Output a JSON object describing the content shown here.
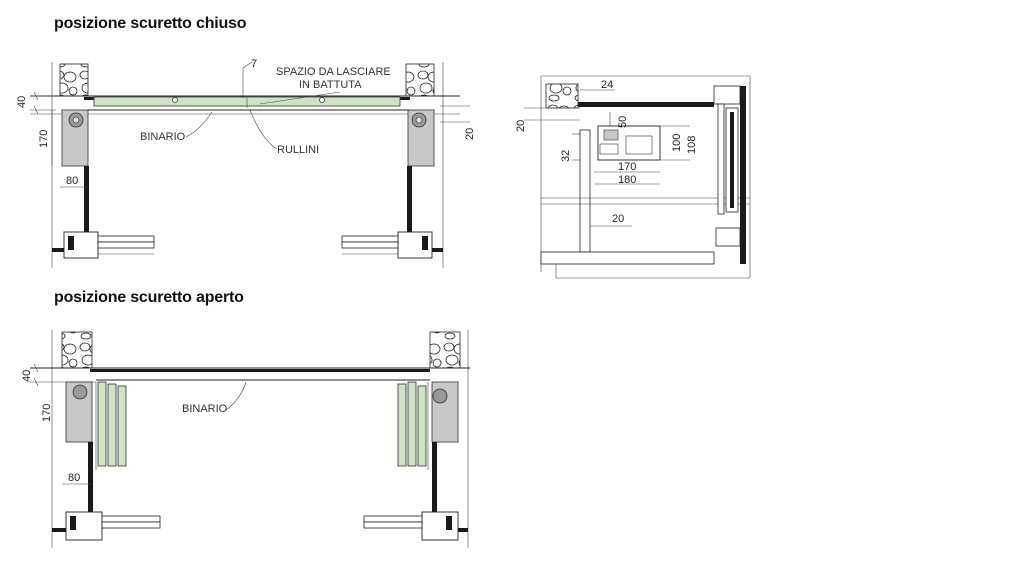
{
  "headings": {
    "closed": "posizione scuretto chiuso",
    "open": "posizione scuretto aperto"
  },
  "labels": {
    "gap_line1": "SPAZIO DA LASCIARE",
    "gap_line2": "IN BATTUTA",
    "rail": "BINARIO",
    "rollers": "RULLINI"
  },
  "dims_closed": {
    "d7": "7",
    "d40": "40",
    "d170": "170",
    "d80": "80",
    "d20": "20"
  },
  "dims_section": {
    "d24": "24",
    "d20": "20",
    "d50": "50",
    "d32": "32",
    "d100": "100",
    "d108": "108",
    "d170": "170",
    "d180": "180",
    "d20b": "20"
  },
  "dims_open": {
    "d40": "40",
    "d170": "170",
    "d80": "80"
  },
  "colors": {
    "shutter_fill": "#cfe3c4",
    "box_fill": "#c8c8c8",
    "wall": "#1a1a1a",
    "stone": "#ffffff"
  }
}
